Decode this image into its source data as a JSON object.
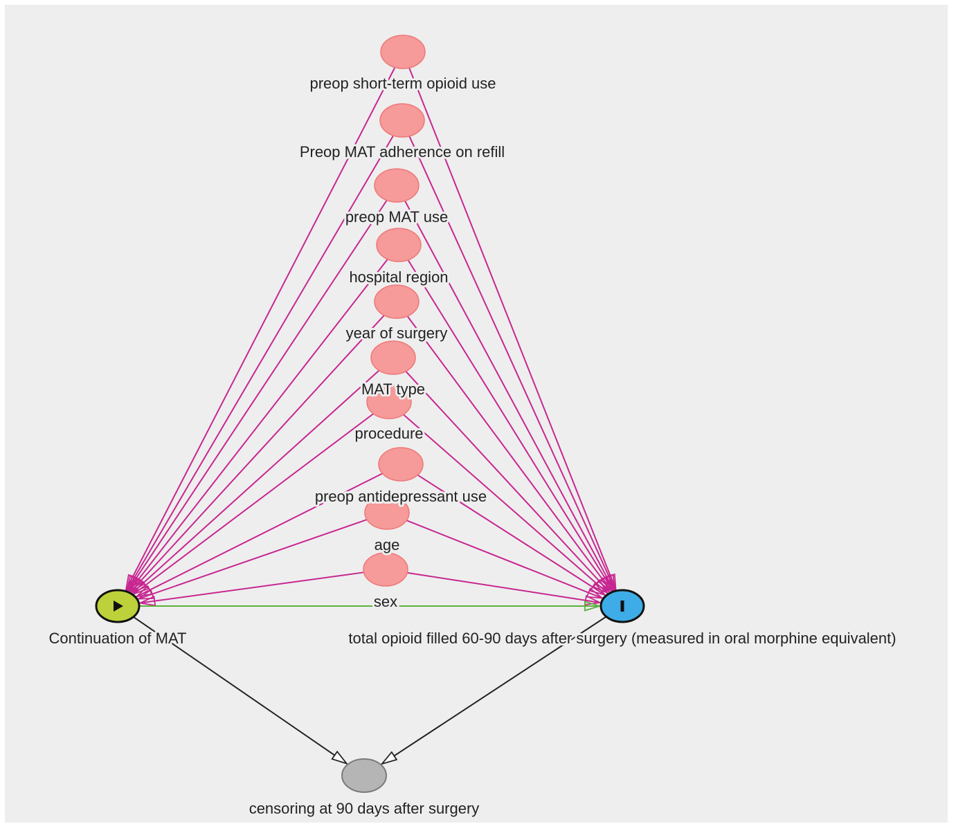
{
  "diagram": {
    "colors": {
      "background": "#eeeeee",
      "confounder_node": "#f69a9a",
      "confounder_node_stroke": "#ee7878",
      "exposure_node": "#bdd13a",
      "outcome_node": "#3eace6",
      "other_node": "#b5b5b5",
      "confounder_edge": "#c72690",
      "causal_edge": "#5bb13c",
      "other_edge": "#222222"
    },
    "nodes": [
      {
        "id": "preop_short",
        "label": "preop short-term opioid use",
        "role": "confounder"
      },
      {
        "id": "preop_mat_adh",
        "label": "Preop MAT adherence on refill",
        "role": "confounder"
      },
      {
        "id": "preop_mat_use",
        "label": "preop MAT use",
        "role": "confounder"
      },
      {
        "id": "hospital_region",
        "label": "hospital region",
        "role": "confounder"
      },
      {
        "id": "year_surgery",
        "label": "year of surgery",
        "role": "confounder"
      },
      {
        "id": "mat_type",
        "label": "MAT type",
        "role": "confounder"
      },
      {
        "id": "procedure",
        "label": "procedure",
        "role": "confounder"
      },
      {
        "id": "antidep",
        "label": "preop antidepressant use",
        "role": "confounder"
      },
      {
        "id": "age",
        "label": "age",
        "role": "confounder"
      },
      {
        "id": "sex",
        "label": "sex",
        "role": "confounder"
      },
      {
        "id": "exposure",
        "label": "Continuation of MAT",
        "role": "exposure",
        "icon": "play-icon"
      },
      {
        "id": "outcome",
        "label": "total opioid filled 60-90 days after surgery (measured in oral morphine equivalent)",
        "role": "outcome",
        "icon": "bar-icon"
      },
      {
        "id": "censor",
        "label": "censoring at 90 days after surgery",
        "role": "other"
      }
    ],
    "edges": [
      {
        "from": "preop_short",
        "to": "exposure",
        "type": "confounder"
      },
      {
        "from": "preop_short",
        "to": "outcome",
        "type": "confounder"
      },
      {
        "from": "preop_mat_adh",
        "to": "exposure",
        "type": "confounder"
      },
      {
        "from": "preop_mat_adh",
        "to": "outcome",
        "type": "confounder"
      },
      {
        "from": "preop_mat_use",
        "to": "exposure",
        "type": "confounder"
      },
      {
        "from": "preop_mat_use",
        "to": "outcome",
        "type": "confounder"
      },
      {
        "from": "hospital_region",
        "to": "exposure",
        "type": "confounder"
      },
      {
        "from": "hospital_region",
        "to": "outcome",
        "type": "confounder"
      },
      {
        "from": "year_surgery",
        "to": "exposure",
        "type": "confounder"
      },
      {
        "from": "year_surgery",
        "to": "outcome",
        "type": "confounder"
      },
      {
        "from": "mat_type",
        "to": "exposure",
        "type": "confounder"
      },
      {
        "from": "mat_type",
        "to": "outcome",
        "type": "confounder"
      },
      {
        "from": "procedure",
        "to": "exposure",
        "type": "confounder"
      },
      {
        "from": "procedure",
        "to": "outcome",
        "type": "confounder"
      },
      {
        "from": "antidep",
        "to": "exposure",
        "type": "confounder"
      },
      {
        "from": "antidep",
        "to": "outcome",
        "type": "confounder"
      },
      {
        "from": "age",
        "to": "exposure",
        "type": "confounder"
      },
      {
        "from": "age",
        "to": "outcome",
        "type": "confounder"
      },
      {
        "from": "sex",
        "to": "exposure",
        "type": "confounder"
      },
      {
        "from": "sex",
        "to": "outcome",
        "type": "confounder"
      },
      {
        "from": "exposure",
        "to": "outcome",
        "type": "causal"
      },
      {
        "from": "exposure",
        "to": "censor",
        "type": "other"
      },
      {
        "from": "outcome",
        "to": "censor",
        "type": "other"
      }
    ]
  }
}
